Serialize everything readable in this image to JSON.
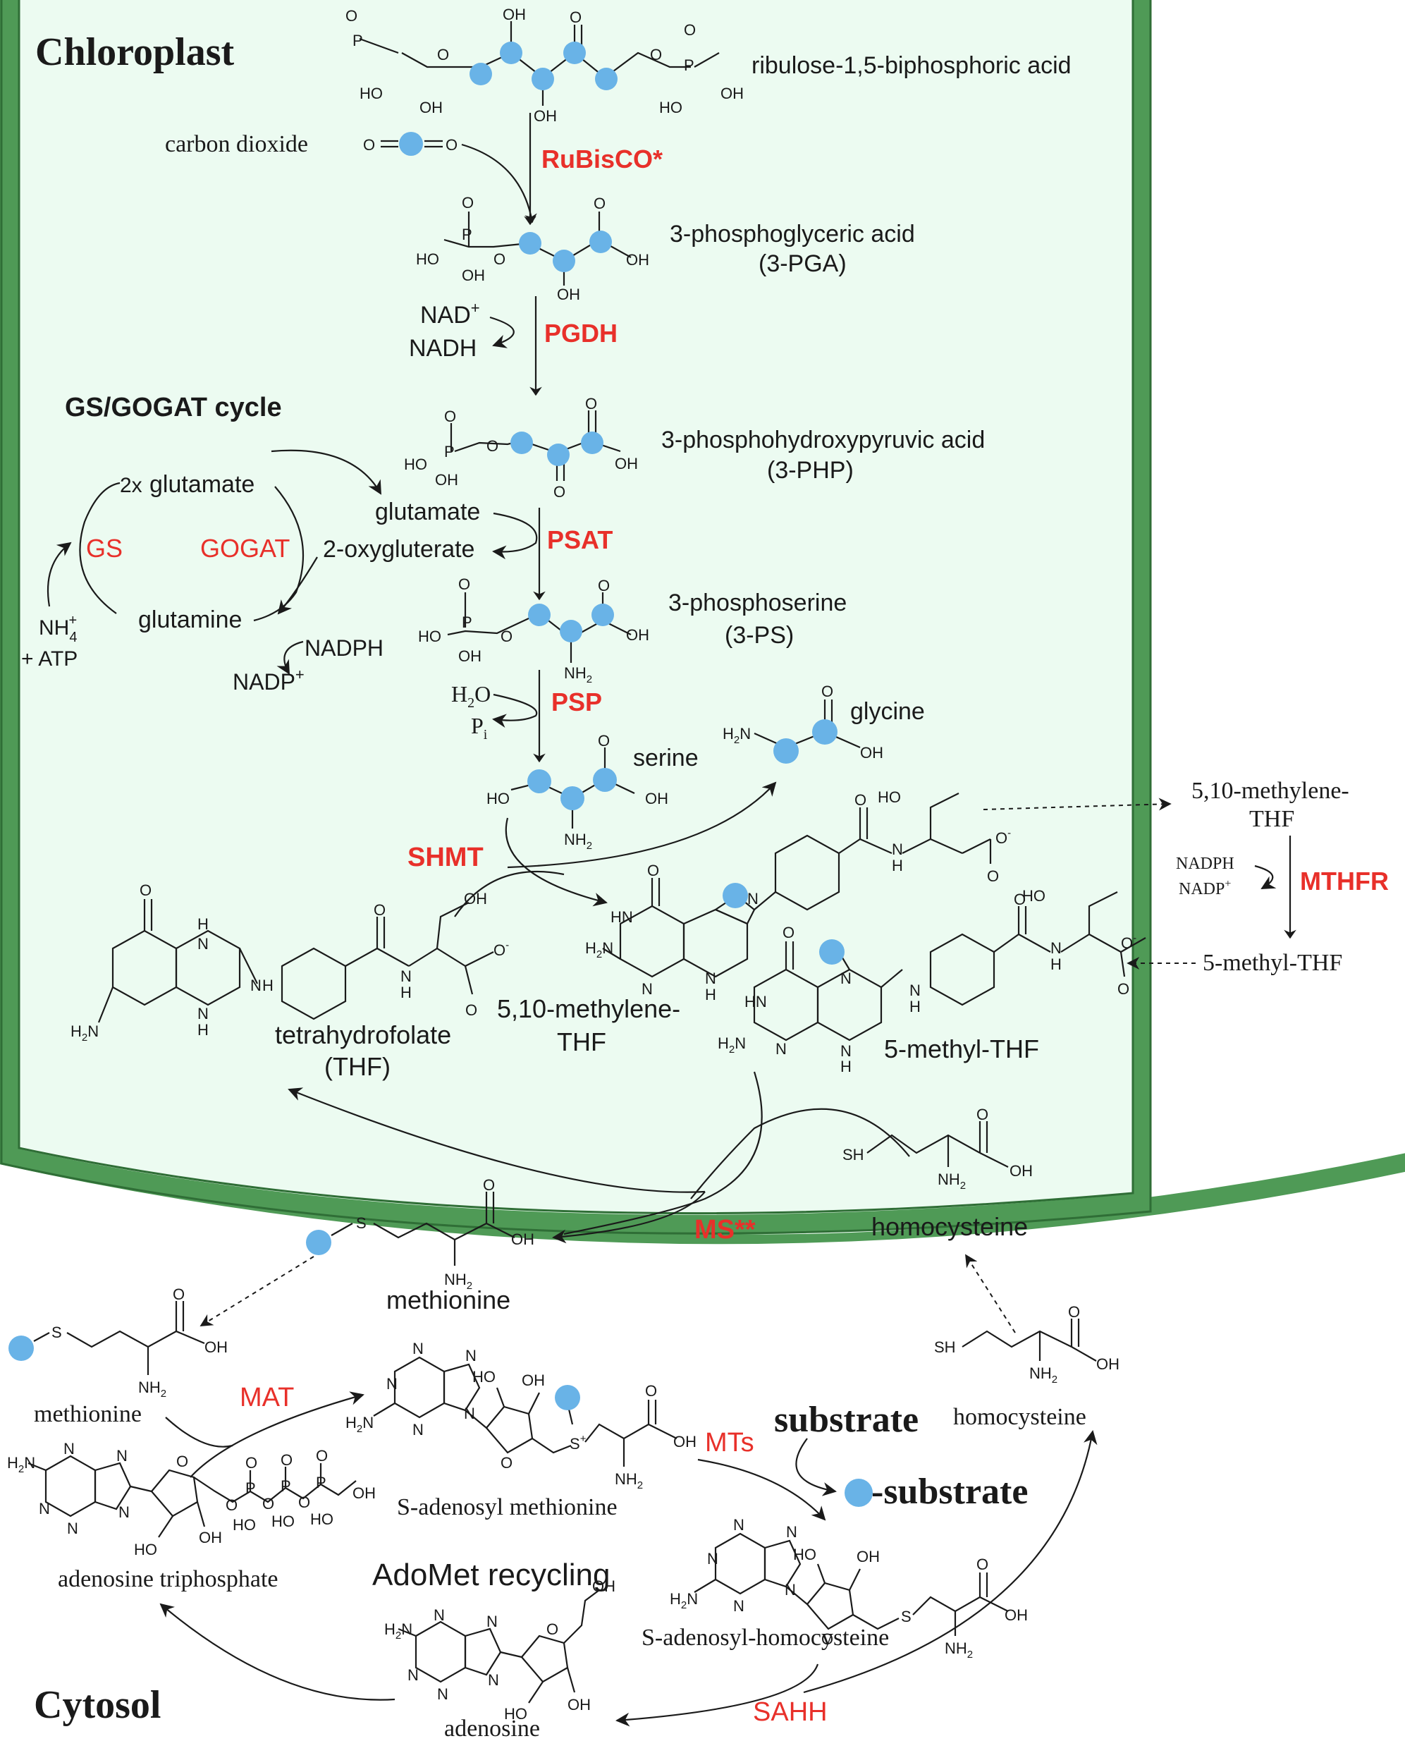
{
  "compartments": {
    "chloroplast": "Chloroplast",
    "cytosol": "Cytosol"
  },
  "colors": {
    "membrane": "#4f9a56",
    "chloroplast_fill": "#ecfbf1",
    "carbon_dot": "#69b3e7",
    "enzyme_text": "#e8302a"
  },
  "cycles": {
    "gs_gogat": "GS/GOGAT cycle",
    "adomet": "AdoMet recycling"
  },
  "metabolites": {
    "rubp": "ribulose-1,5-biphosphoric acid",
    "co2": "carbon dioxide",
    "pga": "3-phosphoglyceric acid",
    "pga_abbr": "(3-PGA)",
    "php": "3-phosphohydroxypyruvic acid",
    "php_abbr": "(3-PHP)",
    "ps": "3-phosphoserine",
    "ps_abbr": "(3-PS)",
    "serine": "serine",
    "glycine": "glycine",
    "thf": "tetrahydrofolate",
    "thf_abbr": "(THF)",
    "mthf_line1": "5,10-methylene-",
    "mthf_line2": "THF",
    "methyl_thf": "5-methyl-THF",
    "ext_mthf_line1": "5,10-methylene-",
    "ext_mthf_line2": "THF",
    "ext_methyl_thf": "5-methyl-THF",
    "homocysteine": "homocysteine",
    "methionine": "methionine",
    "cyt_methionine": "methionine",
    "cyt_homocysteine": "homocysteine",
    "sam": "S-adenosyl methionine",
    "atp": "adenosine triphosphate",
    "sah": "S-adenosyl-homocysteine",
    "adenosine": "adenosine",
    "substrate": "substrate",
    "methyl_substrate": "-substrate"
  },
  "cofactors": {
    "nad_plus": "NAD",
    "nadh": "NADH",
    "glutamate": "glutamate",
    "oxoglutarate": "2-oxygluterate",
    "two_x": "2x",
    "two_glutamate": "glutamate",
    "glutamine": "glutamine",
    "nh4": "NH",
    "plus_atp": "+ ATP",
    "nadph_gs": "NADPH",
    "nadp_gs": "NADP",
    "h2o": "H",
    "pi": "P",
    "ext_nadph": "NADPH",
    "ext_nadp": "NADP"
  },
  "enzymes": {
    "rubisco": "RuBisCO*",
    "pgdh": "PGDH",
    "psat": "PSAT",
    "psp": "PSP",
    "shmt": "SHMT",
    "mthfr": "MTHFR",
    "ms": "MS**",
    "gs": "GS",
    "gogat": "GOGAT",
    "mat": "MAT",
    "mts": "MTs",
    "sahh": "SAHH"
  }
}
